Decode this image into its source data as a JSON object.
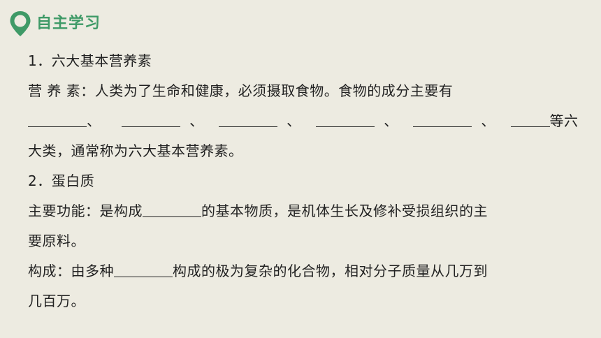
{
  "header": {
    "icon": "location-pin-icon",
    "title": "自主学习",
    "accent_color": "#3f9a67"
  },
  "content": {
    "s1_heading": "1．六大基本营养素",
    "s1_p1_lead": "营 养 素：人类为了生命和健康，必须摄取食物。食物的成分主要有",
    "s1_p1_sep1": "、",
    "s1_p1_sep2": "、",
    "s1_p1_sep3": "、",
    "s1_p1_sep4": "、",
    "s1_p1_sep5": "、",
    "s1_p1_tail": "等六",
    "s1_p1_line3": "大类，通常称为六大基本营养素。",
    "s2_heading": "2．蛋白质",
    "s2_func_lead": "主要功能：是构成",
    "s2_func_tail": "的基本物质，是机体生长及修补受损组织的主",
    "s2_func_line2": "要原料。",
    "s2_comp_lead": "构成：由多种",
    "s2_comp_tail": "构成的极为复杂的化合物，相对分子质量从几万到",
    "s2_comp_line2": "几百万。"
  }
}
